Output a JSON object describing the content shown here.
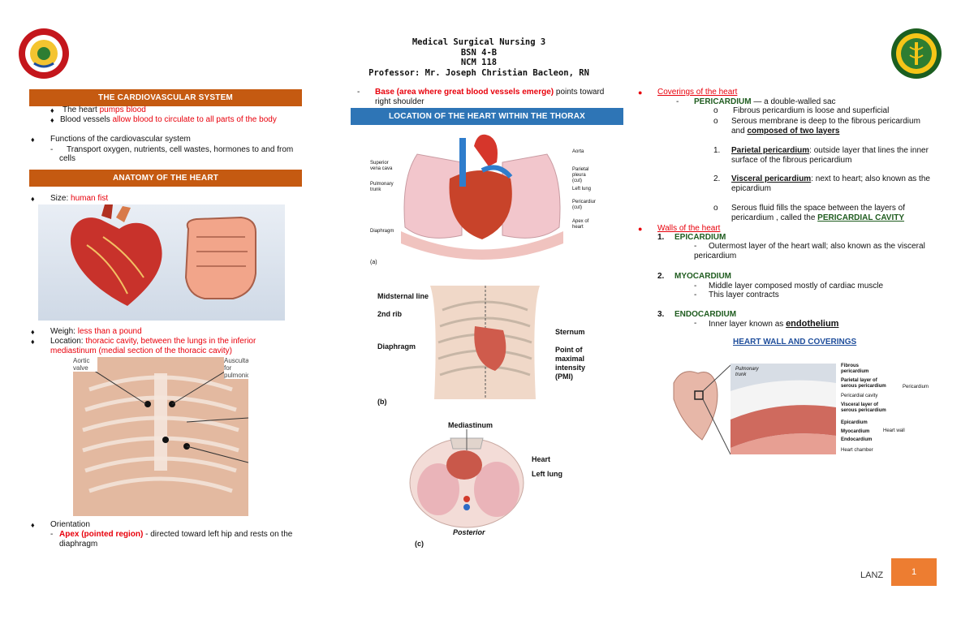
{
  "header": {
    "line1": "Medical Surgical Nursing 3",
    "line2": "BSN 4-B",
    "line3": "NCM 118",
    "line4": "Professor: Mr. Joseph Christian Bacleon, RN"
  },
  "sections": {
    "cardio_title": "THE CARDIOVASCULAR SYSTEM",
    "anatomy_title": "ANATOMY OF THE HEART",
    "location_title": "LOCATION OF THE HEART WITHIN THE THORAX",
    "wall_caption": "HEART WALL AND COVERINGS"
  },
  "col1": {
    "heart_pumps_a": "The heart ",
    "heart_pumps_b": "pumps blood",
    "vessels_a": "Blood vessels ",
    "vessels_b": "allow blood to circulate to all parts of the body",
    "functions": "Functions of the cardiovascular system",
    "transport_1": "Transport oxygen, nutrients, cell wastes, hormones to and from",
    "transport_2": "cells",
    "size_a": "Size: ",
    "size_b": "human fist",
    "weigh_a": "Weigh: ",
    "weigh_b": "less than a pound",
    "location_a": "Location: ",
    "location_b": "thoracic cavity, between the lungs in the inferior",
    "location_c": "mediastinum (medial section of the thoracic cavity)",
    "orientation": "Orientation",
    "apex_a": "Apex (pointed region)",
    "apex_b": " - directed toward left hip and rests on the",
    "apex_c": "diaphragm",
    "chest_label_1": "Aortic valve",
    "chest_label_2": "Auscultation for pulmonic"
  },
  "col2": {
    "base_a": "Base (area where great blood vessels emerge)",
    "base_b": " points toward",
    "base_c": "right shoulder",
    "fig_a_labels": [
      "Superior vena cava",
      "Pulmonary trunk",
      "Diaphragm",
      "Aorta",
      "Parietal pleura (cut)",
      "Left lung",
      "Pericardium (cut)",
      "Apex of heart",
      "(a)"
    ],
    "fig_b_labels": [
      "Midsternal line",
      "2nd rib",
      "Diaphragm",
      "Sternum",
      "Point of",
      "maximal",
      "intensity",
      "(PMI)",
      "(b)"
    ],
    "fig_c_labels": [
      "Mediastinum",
      "Heart",
      "Left lung",
      "Posterior",
      "(c)"
    ]
  },
  "col3": {
    "coverings": "Coverings of the heart",
    "pericardium_a": "PERICARDIUM",
    "pericardium_b": " — a double-walled sac",
    "fibrous": "Fibrous pericardium is loose and superficial",
    "serous_1": "Serous membrane is deep to the fibrous pericardium",
    "serous_2a": "and ",
    "serous_2b": "composed of two layers",
    "parietal_a": "Parietal pericardium",
    "parietal_b": ": outside layer that lines the inner",
    "parietal_c": "surface of the fibrous pericardium",
    "visceral_a": "Visceral pericardium",
    "visceral_b": ": next to heart; also known as the",
    "visceral_c": "epicardium",
    "serous_fluid_1": "Serous fluid fills the space between the layers of",
    "serous_fluid_2a": "pericardium , called the ",
    "serous_fluid_2b": "PERICARDIAL CAVITY",
    "walls": "Walls of the heart",
    "epicardium": "EPICARDIUM",
    "epi_desc_1": "Outermost layer of the heart wall; also known as the visceral",
    "epi_desc_2": "pericardium",
    "myocardium": "MYOCARDIUM",
    "myo_desc_1": "Middle layer composed mostly of cardiac muscle",
    "myo_desc_2": "This layer contracts",
    "endocardium": "ENDOCARDIUM",
    "endo_desc_a": "Inner layer known as ",
    "endo_desc_b": "endothelium",
    "n1": "1.",
    "n2": "2.",
    "n3": "3.",
    "fig_labels": [
      "Pulmonary trunk",
      "Fibrous pericardium",
      "Parietal layer of serous pericardium",
      "Pericardial cavity",
      "Visceral layer of serous pericardium",
      "Epicardium",
      "Myocardium",
      "Endocardium",
      "Heart chamber",
      "Pericardium",
      "Heart wall"
    ]
  },
  "footer": {
    "label": "LANZ",
    "page": "1"
  },
  "colors": {
    "orange_bar": "#c55a11",
    "blue_bar": "#2e75b6",
    "red_text": "#e8000b",
    "green_text": "#1f5c1f",
    "page_box": "#ed7d31"
  }
}
